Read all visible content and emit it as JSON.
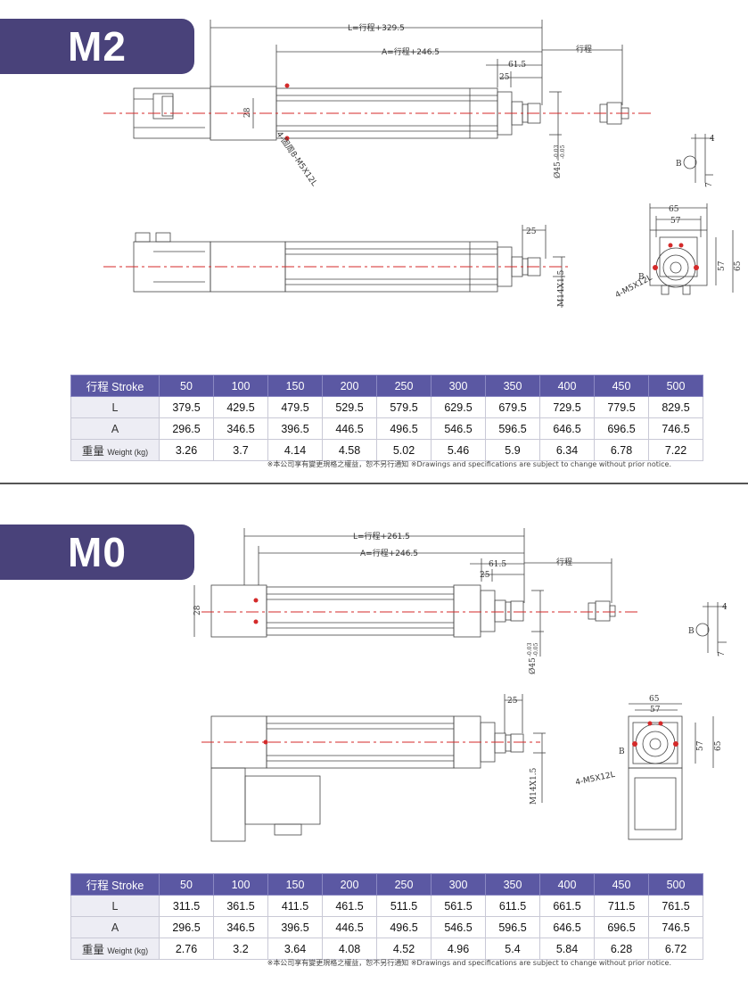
{
  "m2": {
    "title": "M2",
    "dims": {
      "L": "L=行程+329.5",
      "A": "A=行程+246.5",
      "d61": "61.5",
      "d25": "25",
      "d25b": "25",
      "stroke": "行程",
      "h28": "28",
      "holes": "4-固周8-M5X12L",
      "dia": "Ø45",
      "tol_up": "-0.03",
      "tol_dn": "-0.05",
      "thread": "M14X1.5",
      "d65": "65",
      "d57": "57",
      "d57v": "57",
      "d65v": "65",
      "B": "B",
      "B2": "B",
      "d4": "4",
      "d7": "7",
      "mholes": "4-M5X12L"
    },
    "table": {
      "header_label": "行程 Stroke",
      "strokes": [
        "50",
        "100",
        "150",
        "200",
        "250",
        "300",
        "350",
        "400",
        "450",
        "500"
      ],
      "rows": [
        {
          "label": "L",
          "label_small": "",
          "values": [
            "379.5",
            "429.5",
            "479.5",
            "529.5",
            "579.5",
            "629.5",
            "679.5",
            "729.5",
            "779.5",
            "829.5"
          ]
        },
        {
          "label": "A",
          "label_small": "",
          "values": [
            "296.5",
            "346.5",
            "396.5",
            "446.5",
            "496.5",
            "546.5",
            "596.5",
            "646.5",
            "696.5",
            "746.5"
          ]
        },
        {
          "label": "重量 ",
          "label_small": "Weight (kg)",
          "values": [
            "3.26",
            "3.7",
            "4.14",
            "4.58",
            "5.02",
            "5.46",
            "5.9",
            "6.34",
            "6.78",
            "7.22"
          ]
        }
      ]
    },
    "note": "※本公司享有變更規格之權益，恕不另行通知 ※Drawings and specifications are subject to change without prior notice."
  },
  "m0": {
    "title": "M0",
    "dims": {
      "L": "L=行程+261.5",
      "A": "A=行程+246.5",
      "d61": "61.5",
      "d25": "25",
      "d25b": "25",
      "stroke": "行程",
      "h28": "28",
      "dia": "Ø45",
      "tol_up": "-0.03",
      "tol_dn": "-0.05",
      "thread": "M14X1.5",
      "d65": "65",
      "d57": "57",
      "d57v": "57",
      "d65v": "65",
      "B": "B",
      "B2": "B",
      "d4": "4",
      "d7": "7",
      "mholes": "4-M5X12L"
    },
    "table": {
      "header_label": "行程 Stroke",
      "strokes": [
        "50",
        "100",
        "150",
        "200",
        "250",
        "300",
        "350",
        "400",
        "450",
        "500"
      ],
      "rows": [
        {
          "label": "L",
          "label_small": "",
          "values": [
            "311.5",
            "361.5",
            "411.5",
            "461.5",
            "511.5",
            "561.5",
            "611.5",
            "661.5",
            "711.5",
            "761.5"
          ]
        },
        {
          "label": "A",
          "label_small": "",
          "values": [
            "296.5",
            "346.5",
            "396.5",
            "446.5",
            "496.5",
            "546.5",
            "596.5",
            "646.5",
            "696.5",
            "746.5"
          ]
        },
        {
          "label": "重量 ",
          "label_small": "Weight (kg)",
          "values": [
            "2.76",
            "3.2",
            "3.64",
            "4.08",
            "4.52",
            "4.96",
            "5.4",
            "5.84",
            "6.28",
            "6.72"
          ]
        }
      ]
    },
    "note": "※本公司享有變更規格之權益，恕不另行通知 ※Drawings and specifications are subject to change without prior notice."
  }
}
